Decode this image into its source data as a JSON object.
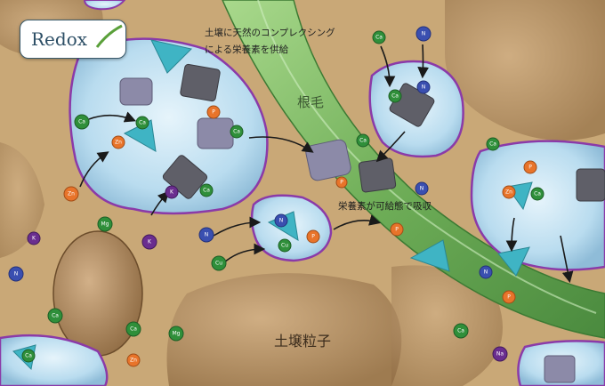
{
  "logo": {
    "text": "Redox"
  },
  "captions": {
    "top_line1": "土壌に天然のコンプレクシング",
    "top_line2": "による栄養素を供給",
    "root_hair": "根毛",
    "absorb": "栄養素が可給態で吸収",
    "soil_particle": "土壌粒子"
  },
  "ion_labels": {
    "Ca": "Ca",
    "N": "N",
    "P": "P",
    "Zn": "Zn",
    "K": "K",
    "Mg": "Mg",
    "Cu": "Cu",
    "Na": "Na"
  },
  "colors": {
    "soil": "#c9a877",
    "root": "#7fbf6a",
    "droplet": "#bfe0f0",
    "droplet_border": "#8b3aa8",
    "ion_green": "#2f8f3a",
    "ion_blue": "#3a4fb0",
    "ion_orange": "#e8742a",
    "ion_purple": "#6a2d8f",
    "teal_shape": "#3fb4c4",
    "gray_shape": "#6e6e78",
    "lavender_shape": "#8c8aa8"
  }
}
